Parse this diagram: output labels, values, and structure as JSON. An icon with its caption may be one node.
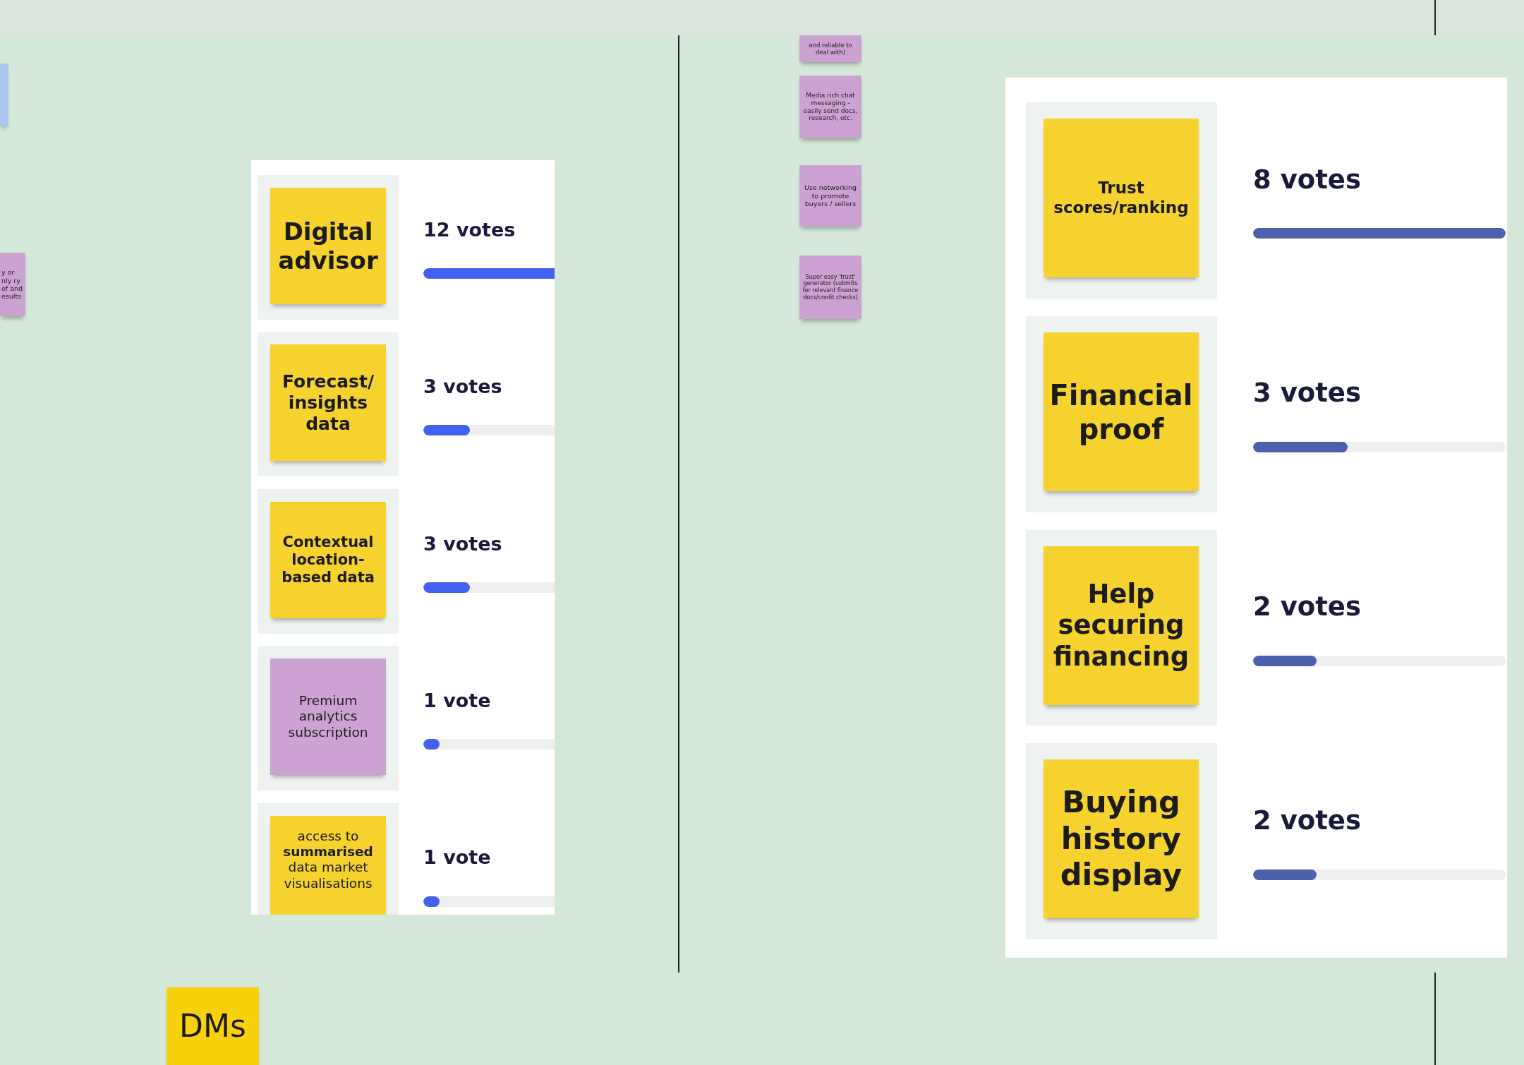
{
  "diagram": {
    "nodes": [
      {
        "text": [],
        "shape": "box"
      },
      {
        "text": [
          "y or nly ry of and esults"
        ]
      },
      {
        "text": [
          "Digital advisor"
        ],
        "beside": [
          "12 votes"
        ]
      },
      {
        "text": [
          "Forecast/ insights data"
        ],
        "beside": [
          "3 votes"
        ]
      },
      {
        "text": [
          "Contextual location-based data"
        ],
        "beside": [
          "3 votes"
        ]
      },
      {
        "text": [
          "Premium analytics subscription"
        ],
        "beside": [
          "1 vote"
        ]
      },
      {
        "text": [
          "access to **summarised** data market visualisations"
        ],
        "beside": [
          "1 vote"
        ]
      },
      {
        "text": [
          "and reliable to deal with)"
        ]
      },
      {
        "text": [
          "Media rich chat messaging - easily send docs, research, etc."
        ]
      },
      {
        "text": [
          "Use networking to promote buyers / sellers"
        ]
      },
      {
        "text": [
          "Super easy 'trust' generator (submits for relevant finance docs/credit checks)"
        ]
      },
      {
        "text": [
          "Trust scores/ranking"
        ],
        "beside": [
          "8 votes"
        ]
      },
      {
        "text": [
          "Financial proof"
        ],
        "beside": [
          "3 votes"
        ]
      },
      {
        "text": [
          "Help securing financing"
        ],
        "beside": [
          "2 votes"
        ]
      },
      {
        "text": [
          "Buying history display"
        ],
        "beside": [
          "2 votes"
        ]
      },
      {
        "text": [
          "DMs"
        ]
      }
    ],
    "edges": []
  }
}
